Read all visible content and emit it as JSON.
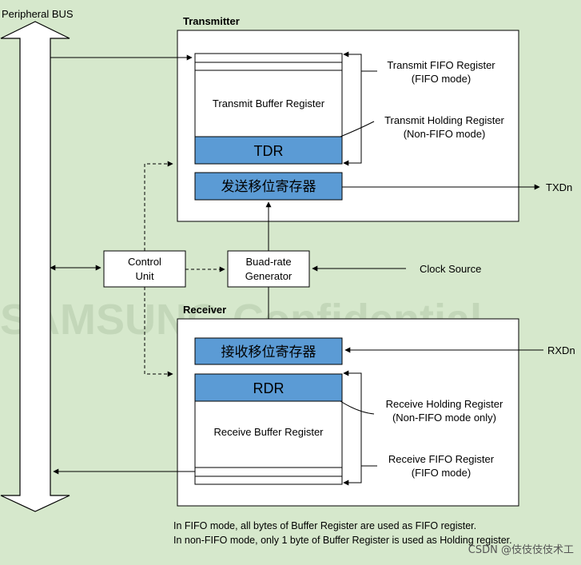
{
  "labels": {
    "peripheral_bus": "Peripheral BUS",
    "transmitter": "Transmitter",
    "receiver": "Receiver",
    "watermark": "SAMSUNG Confidential",
    "credit": "CSDN @伎伎伎伎术工"
  },
  "transmitter": {
    "buffer": "Transmit Buffer Register",
    "tdr": "TDR",
    "shift": "发送移位寄存器",
    "fifo_note_line1": "Transmit FIFO Register",
    "fifo_note_line2": "(FIFO mode)",
    "holding_note_line1": "Transmit Holding Register",
    "holding_note_line2": "(Non-FIFO mode)",
    "output": "TXDn"
  },
  "control": {
    "line1": "Control",
    "line2": "Unit"
  },
  "baud": {
    "line1": "Buad-rate",
    "line2": "Generator",
    "source": "Clock Source"
  },
  "receiver": {
    "shift": "接收移位寄存器",
    "rdr": "RDR",
    "buffer": "Receive Buffer Register",
    "input": "RXDn",
    "holding_note_line1": "Receive Holding Register",
    "holding_note_line2": "(Non-FIFO mode only)",
    "fifo_note_line1": "Receive FIFO Register",
    "fifo_note_line2": "(FIFO mode)"
  },
  "footnote": {
    "line1": "In FIFO mode, all bytes of Buffer Register are used as FIFO register.",
    "line2": "In non-FIFO mode, only 1 byte of Buffer Register is used as Holding register."
  },
  "colors": {
    "background": "#d6e8cc",
    "register_fill": "#5b9bd5"
  }
}
